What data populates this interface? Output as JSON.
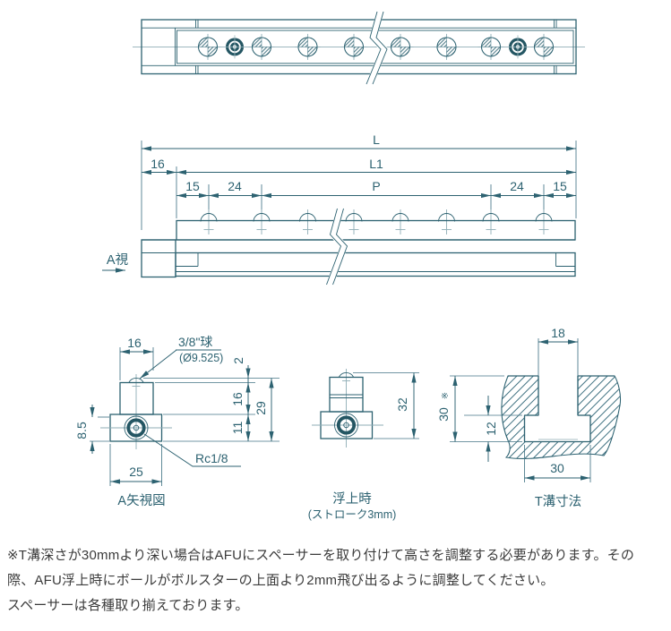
{
  "top_view": {
    "dim_L": "L",
    "dim_L1": "L1",
    "dim_16": "16",
    "dim_15_left": "15",
    "dim_24_left": "24",
    "dim_P": "P",
    "dim_24_right": "24",
    "dim_15_right": "15"
  },
  "side_view": {
    "view_arrow_label": "A視"
  },
  "detail_a": {
    "dim_width_top": "16",
    "ball_size_label": "3/8\"球",
    "ball_dia_label": "(Ø9.525)",
    "dim_protrusion": "2",
    "dim_upper_height": "16",
    "dim_lower_height": "11",
    "dim_total_height": "29",
    "dim_port_height": "8.5",
    "dim_width_bottom": "25",
    "port_thread_label": "Rc1/8",
    "caption": "A矢視図"
  },
  "float_view": {
    "dim_total_height": "32",
    "caption": "浮上時",
    "caption_sub": "(ストローク3mm)"
  },
  "t_slot_view": {
    "dim_slot_width": "18",
    "dim_depth": "30",
    "dim_depth_note": "※",
    "dim_cavity_height": "12",
    "dim_cavity_width": "30",
    "caption": "T溝寸法"
  },
  "notes": {
    "line1": "※T溝深さが30mmより深い場合はAFUにスペーサーを取り付けて高さを調整する必要があります。その",
    "line2": "際、AFU浮上時にボールがボルスターの上面より2mm飛び出るように調整してください。",
    "line3": "スペーサーは各種取り揃えております。"
  },
  "colors": {
    "drawing_line": "#2d6271",
    "thin_center_line": "#8fadb6",
    "dark_fill": "#245663",
    "note_text": "#3b3b3b"
  }
}
